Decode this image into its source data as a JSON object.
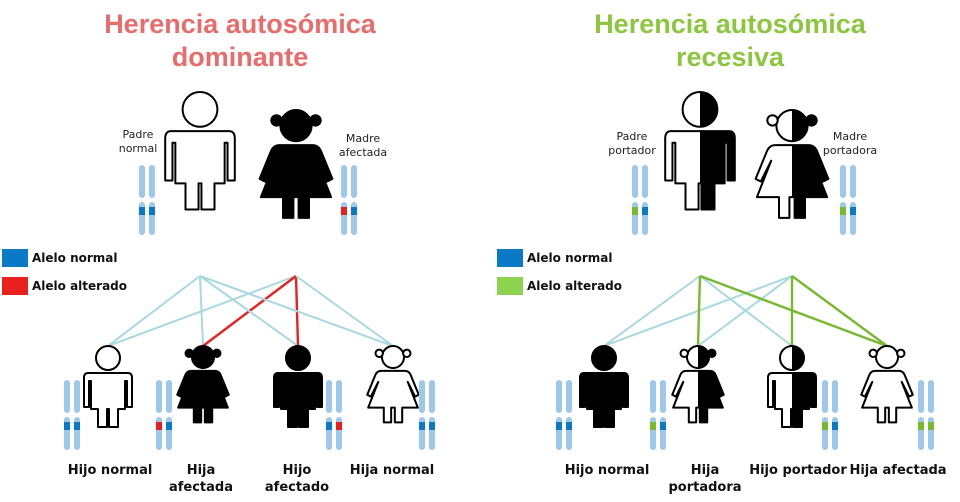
{
  "colors": {
    "dominant_title": "#ea6b6b",
    "recessive_title": "#8cc63f",
    "normal_allele": "#0a79c6",
    "altered_dominant": "#e8201f",
    "altered_recessive": "#8cd350",
    "chromosome": "#9dc8ea",
    "line_neutral": "#a8d8e0",
    "line_dominant": "#e8201f",
    "line_recessive": "#78b92e"
  },
  "dominant": {
    "title": "Herencia autosómica dominante",
    "father": {
      "label": "Padre normal",
      "fill": "white"
    },
    "mother": {
      "label": "Madre afectada",
      "fill": "black"
    },
    "legend": {
      "normal": "Alelo normal",
      "altered": "Alelo alterado"
    },
    "children": [
      {
        "label": "Hijo normal",
        "sex": "male",
        "fill": "white",
        "alleles": [
          "normal",
          "normal"
        ]
      },
      {
        "label": "Hija afectada",
        "sex": "female",
        "fill": "black",
        "alleles": [
          "altered",
          "normal"
        ]
      },
      {
        "label": "Hijo afectado",
        "sex": "male",
        "fill": "black",
        "alleles": [
          "normal",
          "altered"
        ]
      },
      {
        "label": "Hija normal",
        "sex": "female",
        "fill": "white",
        "alleles": [
          "normal",
          "normal"
        ]
      }
    ]
  },
  "recessive": {
    "title": "Herencia autosómica recesiva",
    "father": {
      "label": "Padre portador",
      "fill": "half"
    },
    "mother": {
      "label": "Madre portadora",
      "fill": "half"
    },
    "legend": {
      "normal": "Alelo normal",
      "altered": "Alelo alterado"
    },
    "children": [
      {
        "label": "Hijo normal",
        "sex": "male",
        "fill": "black",
        "alleles": [
          "normal",
          "normal"
        ]
      },
      {
        "label": "Hija portadora",
        "sex": "female",
        "fill": "half",
        "alleles": [
          "altered",
          "normal"
        ]
      },
      {
        "label": "Hijo portador",
        "sex": "male",
        "fill": "half",
        "alleles": [
          "altered",
          "normal"
        ]
      },
      {
        "label": "Hija afectada",
        "sex": "female",
        "fill": "white",
        "alleles": [
          "altered",
          "altered"
        ]
      }
    ]
  }
}
